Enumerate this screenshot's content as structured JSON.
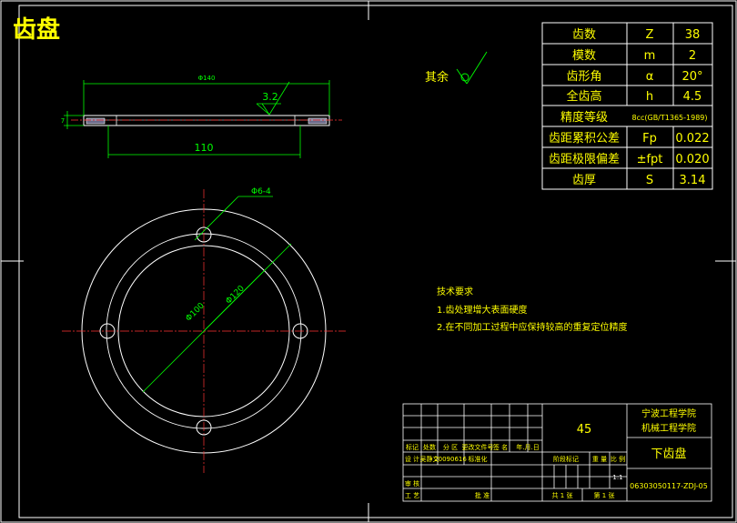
{
  "title_text": "齿盘",
  "roughness_note": "其余",
  "dims": {
    "d140": "Φ140",
    "thickness": "7",
    "len110": "110",
    "roughness": "3.2",
    "holes": "Φ6-4",
    "d120": "Φ120",
    "d100": "Φ100"
  },
  "params": [
    {
      "name": "齿数",
      "sym": "Z",
      "val": "38"
    },
    {
      "name": "模数",
      "sym": "m",
      "val": "2"
    },
    {
      "name": "齿形角",
      "sym": "α",
      "val": "20°"
    },
    {
      "name": "全齿高",
      "sym": "h",
      "val": "4.5"
    },
    {
      "name": "精度等级",
      "sym": "",
      "val": "8cc(GB/T1365-1989)"
    },
    {
      "name": "齿距累积公差",
      "sym": "Fp",
      "val": "0.022"
    },
    {
      "name": "齿距极限偏差",
      "sym": "±fpt",
      "val": "0.020"
    },
    {
      "name": "齿厚",
      "sym": "S",
      "val": "3.14"
    }
  ],
  "tech": {
    "heading": "技术要求",
    "line1": "1.齿处理增大表面硬度",
    "line2": "2.在不同加工过程中应保持较高的重复定位精度"
  },
  "titleblock": {
    "material": "45",
    "school1": "宁波工程学院",
    "school2": "机械工程学院",
    "part_name": "下齿盘",
    "drawing_no": "06303050117-ZDJ-05",
    "scale": "1:1",
    "sheet_total": "共 1 张",
    "sheet_no": "第 1 张",
    "h_mark": "标记",
    "h_count": "处数",
    "h_zone": "分 区",
    "h_docno": "更改文件号",
    "h_sign": "签 名",
    "h_date": "年.月.日",
    "design": "设 计",
    "designer": "吴静文",
    "design_date": "20090616",
    "standard": "标准化",
    "stage": "阶段标记",
    "weight": "重 量",
    "ratio": "比 例",
    "review": "审 核",
    "process": "工 艺",
    "approve": "批 准"
  },
  "colors": {
    "background": "#000000",
    "line": "#ffffff",
    "dim": "#00ff00",
    "text": "#ffff00",
    "axis": "#ff3333",
    "purple": "#ff66ff"
  }
}
